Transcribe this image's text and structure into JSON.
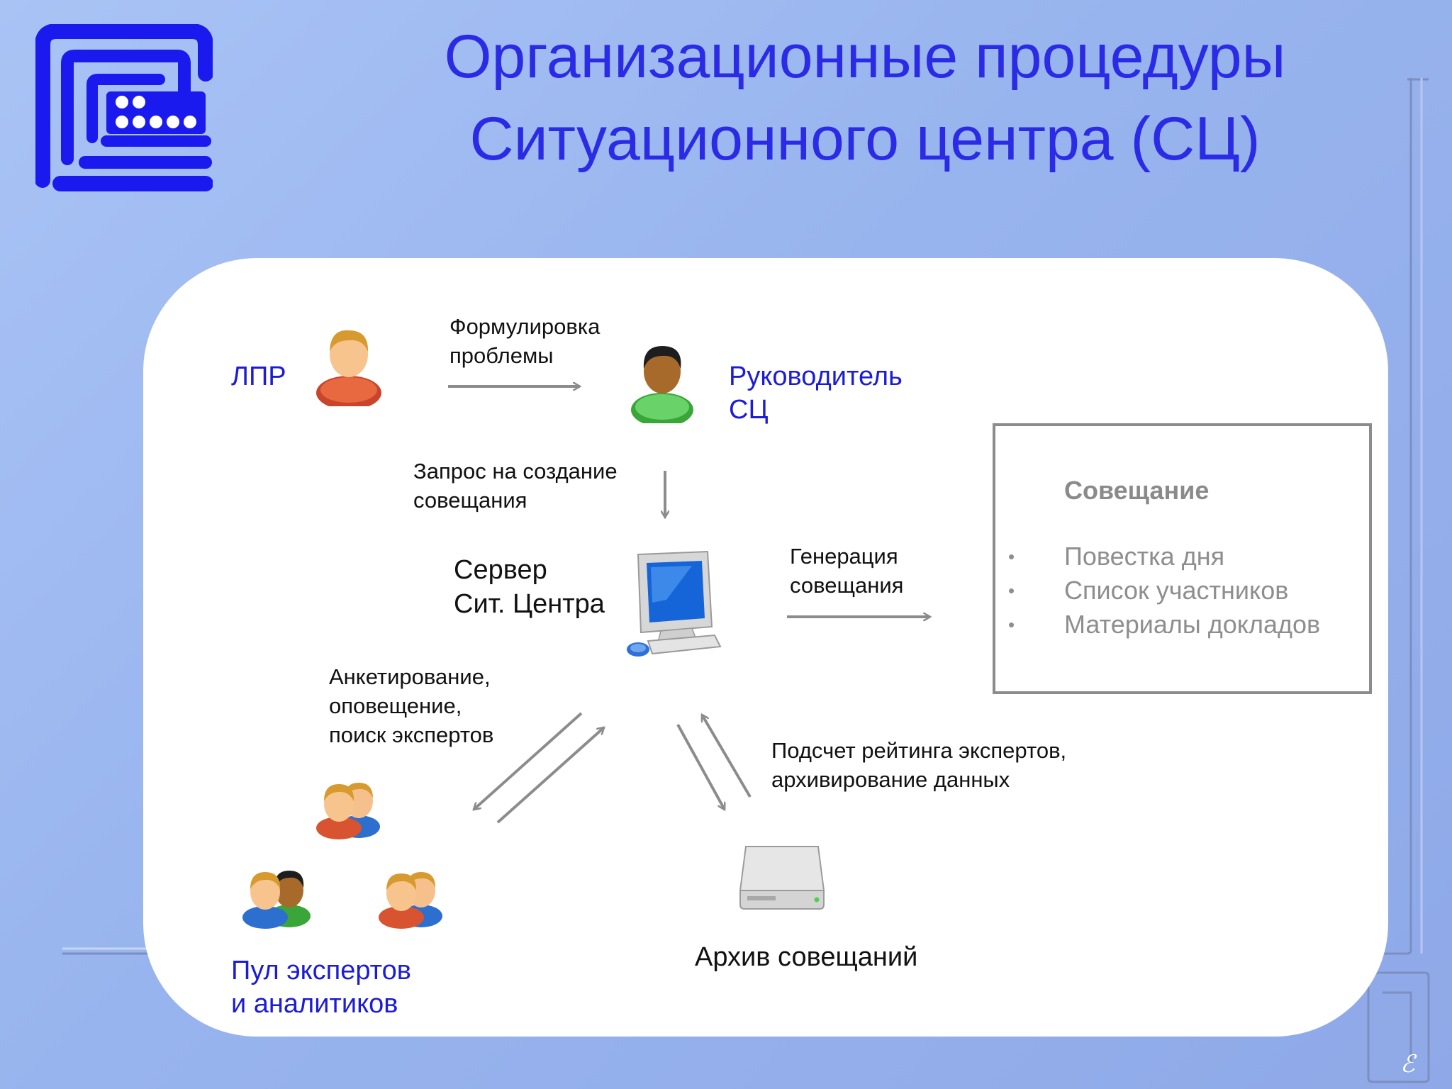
{
  "title": {
    "line1": "Организационные процедуры",
    "line2": "Ситуационного центра (СЦ)"
  },
  "nodes": {
    "lpr": "ЛПР",
    "head": "Руководитель\nСЦ",
    "server": "Сервер\nСит. Центра",
    "pool": "Пул экспертов\nи аналитиков",
    "archive": "Архив совещаний"
  },
  "edges": {
    "formulation": "Формулировка\nпроблемы",
    "request": "Запрос на создание\nсовещания",
    "generation": "Генерация\nсовещания",
    "survey": "Анкетирование,\nоповещение,\nпоиск экспертов",
    "rating": "Подсчет рейтинга экспертов,\nархивирование данных"
  },
  "meeting": {
    "title": "Совещание",
    "items": [
      "Повестка дня",
      "Список участников",
      "Материалы докладов"
    ]
  },
  "icons": {
    "logo": "situation-center-logo",
    "lpr": "person-icon",
    "head": "person-green-icon",
    "server": "computer-icon",
    "experts": "people-group-icon",
    "archive": "hard-drive-icon"
  },
  "colors": {
    "title": "#2b2be6",
    "node_label": "#1c1cd6",
    "logo": "#1a1aee",
    "arrow": "#8c8c8c"
  }
}
